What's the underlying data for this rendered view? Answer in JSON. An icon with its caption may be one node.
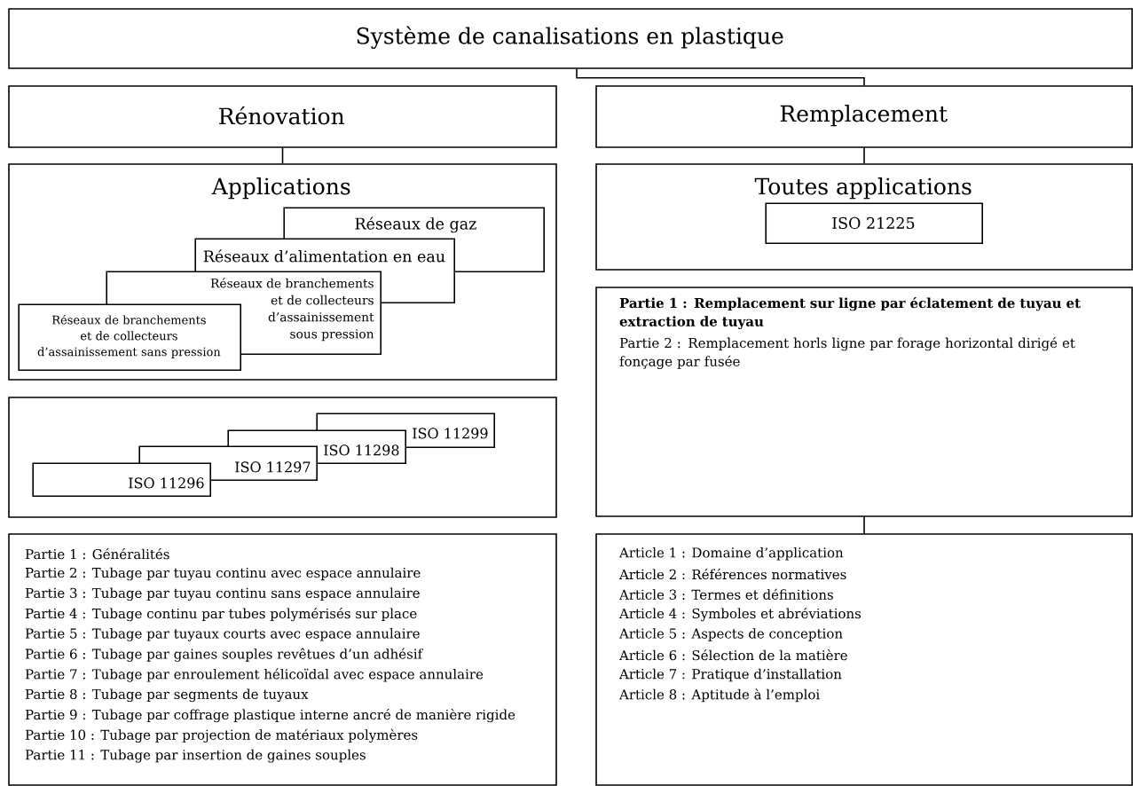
{
  "diagram": {
    "nodes": [
      {
        "text": [
          "Système de canalisations en plastique"
        ]
      },
      {
        "text": [
          "Rénovation"
        ]
      },
      {
        "text": [
          "Remplacement"
        ]
      },
      {
        "text": [
          "Applications"
        ]
      },
      {
        "text": [
          "Réseaux de gaz"
        ],
        "in": 3
      },
      {
        "text": [
          "Réseaux d’alimentation en eau"
        ],
        "in": 3
      },
      {
        "text": [
          "Réseaux de branchements et de collecteurs d’assainissement sous pression"
        ],
        "in": 3
      },
      {
        "text": [
          "Réseaux de branchements et de collecteurs d’assainissement sans pression"
        ],
        "in": 3
      },
      {
        "text": [],
        "shape": "box"
      },
      {
        "text": [
          "ISO 11299"
        ],
        "in": 8
      },
      {
        "text": [
          "ISO 11298"
        ],
        "in": 8
      },
      {
        "text": [
          "ISO 11297"
        ],
        "in": 8
      },
      {
        "text": [
          "ISO 11296"
        ],
        "in": 8
      },
      {
        "text": [
          "Partie 1 : Généralités",
          "Partie 2 : Tubage par tuyau continu avec espace annulaire",
          "Partie 3 : Tubage par tuyau continu sans espace annulaire",
          "Partie 4 : Tubage continu par tubes polymérisés sur place",
          "Partie 5 : Tubage par tuyaux courts avec espace annulaire",
          "Partie 6 : Tubage par gaines souples revêtues d’un adhésif",
          "Partie 7 : Tubage par enroulement hélicoïdal avec espace annulaire",
          "Partie 8 : Tubage par segments de tuyaux",
          "Partie 9 : Tubage par coffrage plastique interne ancré de manière rigide",
          "Partie 10 : Tubage par projection de matériaux polymères",
          "Partie 11 : Tubage par insertion de gaines souples"
        ]
      },
      {
        "text": [
          "Toutes applications"
        ]
      },
      {
        "text": [
          "ISO 21225"
        ],
        "in": 14
      },
      {
        "text": [
          "Partie 1 : Remplacement sur ligne par éclatement de tuyau et extraction de tuyau",
          "Partie 2 : Remplacement horls ligne par forage horizontal dirigé et fonçage par fusée"
        ]
      },
      {
        "text": [
          "Article 1 : Domaine d’application",
          "Article 2 : Références normatives",
          "Article 3 : Termes et définitions",
          "Article 4 : Symboles et abréviations",
          "Article 5 : Aspects de conception",
          "Article 6 : Sélection de la matière",
          "Article 7 : Pratique d’installation",
          "Article 8 : Aptitude à l’emploi"
        ]
      }
    ],
    "edges": [
      {
        "from": 0,
        "to": 2,
        "arrow": "none"
      },
      {
        "from": 1,
        "to": 3,
        "arrow": "none"
      },
      {
        "from": 2,
        "to": 14,
        "arrow": "none"
      },
      {
        "from": 16,
        "to": 17,
        "arrow": "none"
      }
    ]
  }
}
